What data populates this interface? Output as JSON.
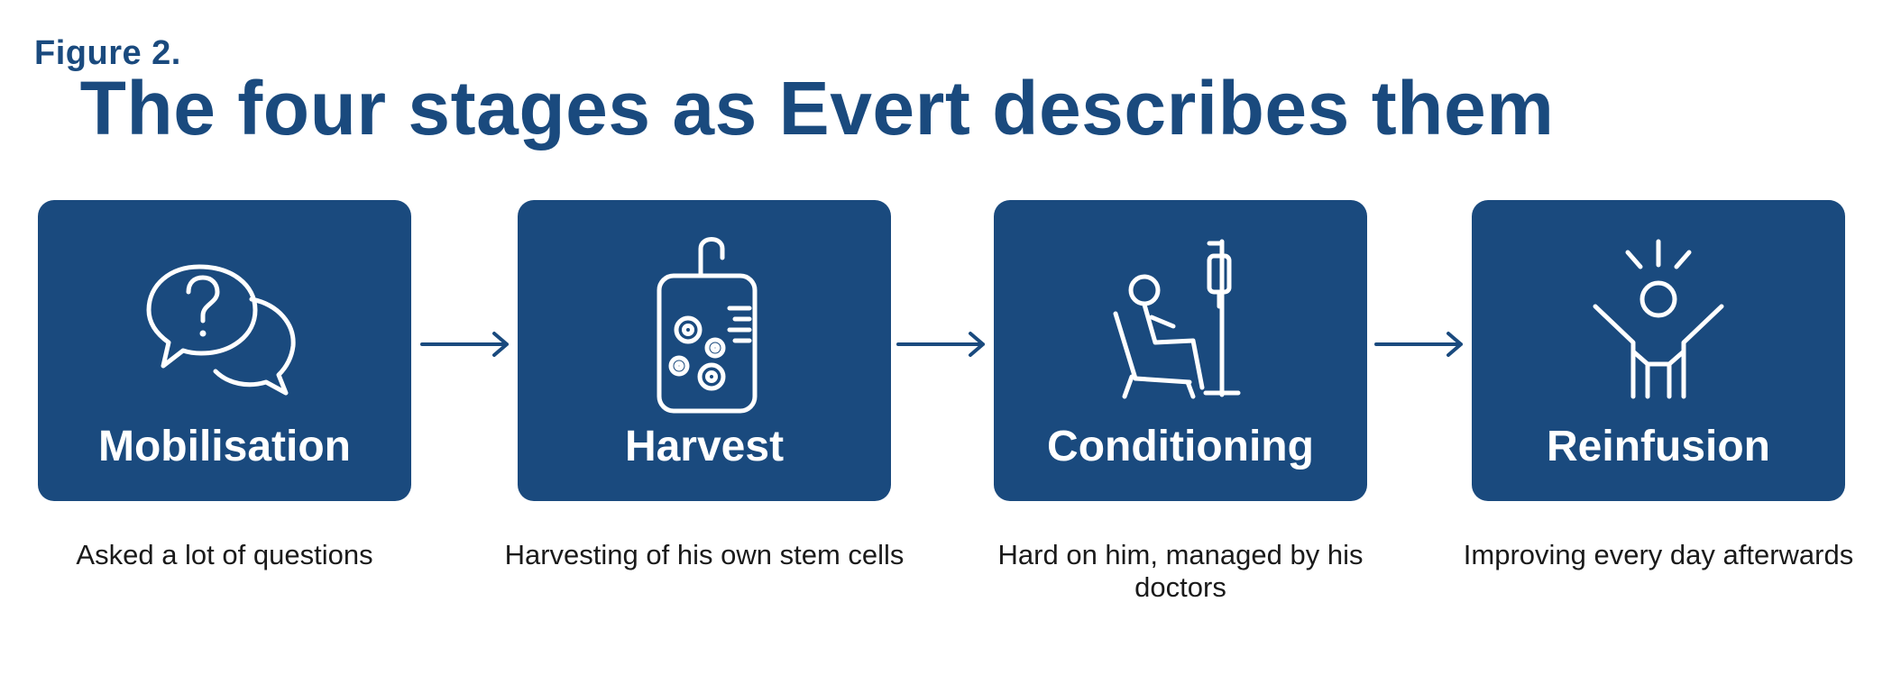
{
  "figure_label": "Figure 2.",
  "title": "The four stages as Evert describes them",
  "stages": [
    {
      "label": "Mobilisation",
      "description": "Asked a lot of questions",
      "icon": "question-speech-bubbles-icon"
    },
    {
      "label": "Harvest",
      "description": "Harvesting of his own stem cells",
      "icon": "cell-collection-bag-icon"
    },
    {
      "label": "Conditioning",
      "description": "Hard on him, managed by his doctors",
      "icon": "patient-iv-drip-icon"
    },
    {
      "label": "Reinfusion",
      "description": "Improving every day afterwards",
      "icon": "celebrating-person-icon"
    }
  ],
  "colors": {
    "brand": "#1a4a7e",
    "card_text": "#ffffff",
    "body_text": "#1a1a1a"
  }
}
